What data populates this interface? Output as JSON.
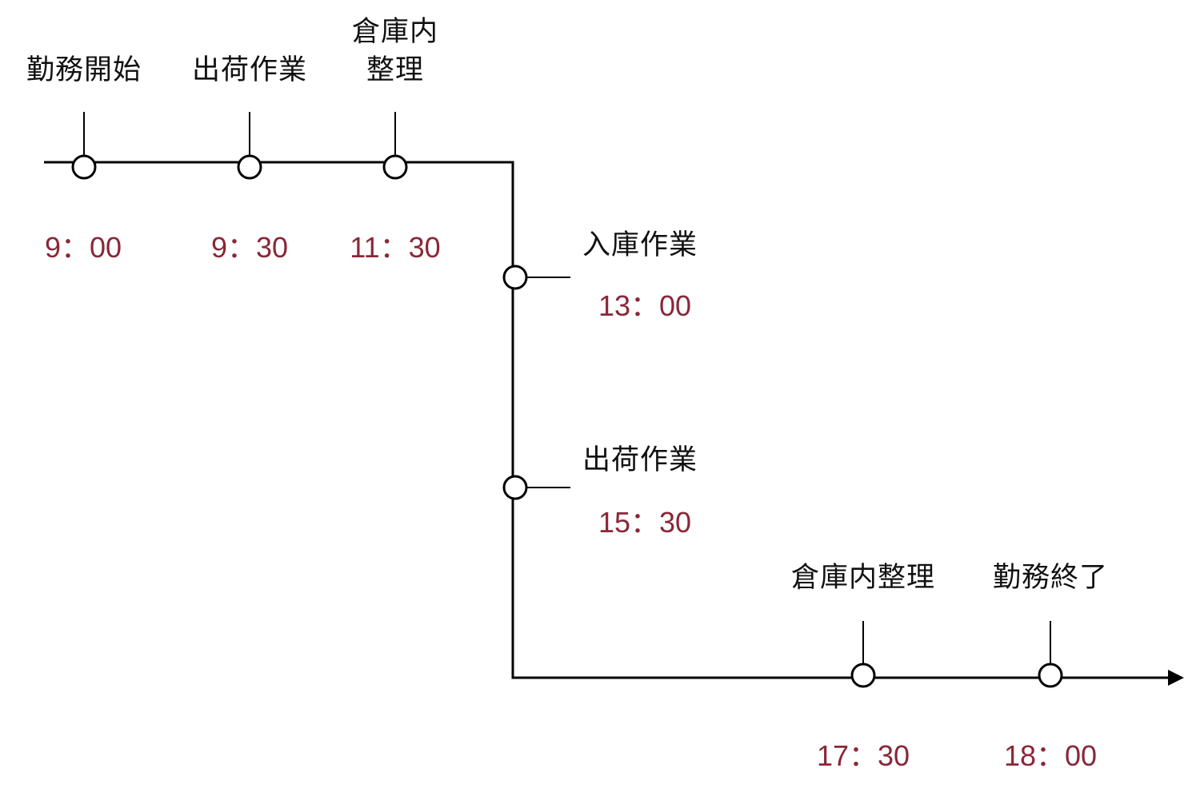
{
  "events": [
    {
      "label": "勤務開始",
      "time": "9：00"
    },
    {
      "label": "出荷作業",
      "time": "9：30"
    },
    {
      "label": "倉庫内整理",
      "label_lines": [
        "倉庫内",
        "整理"
      ],
      "time": "11：30"
    },
    {
      "label": "入庫作業",
      "time": "13：00"
    },
    {
      "label": "出荷作業",
      "time": "15：30"
    },
    {
      "label": "倉庫内整理",
      "time": "17：30"
    },
    {
      "label": "勤務終了",
      "time": "18：00"
    }
  ],
  "colors": {
    "line": "#000000",
    "time_text": "#8a2738"
  }
}
